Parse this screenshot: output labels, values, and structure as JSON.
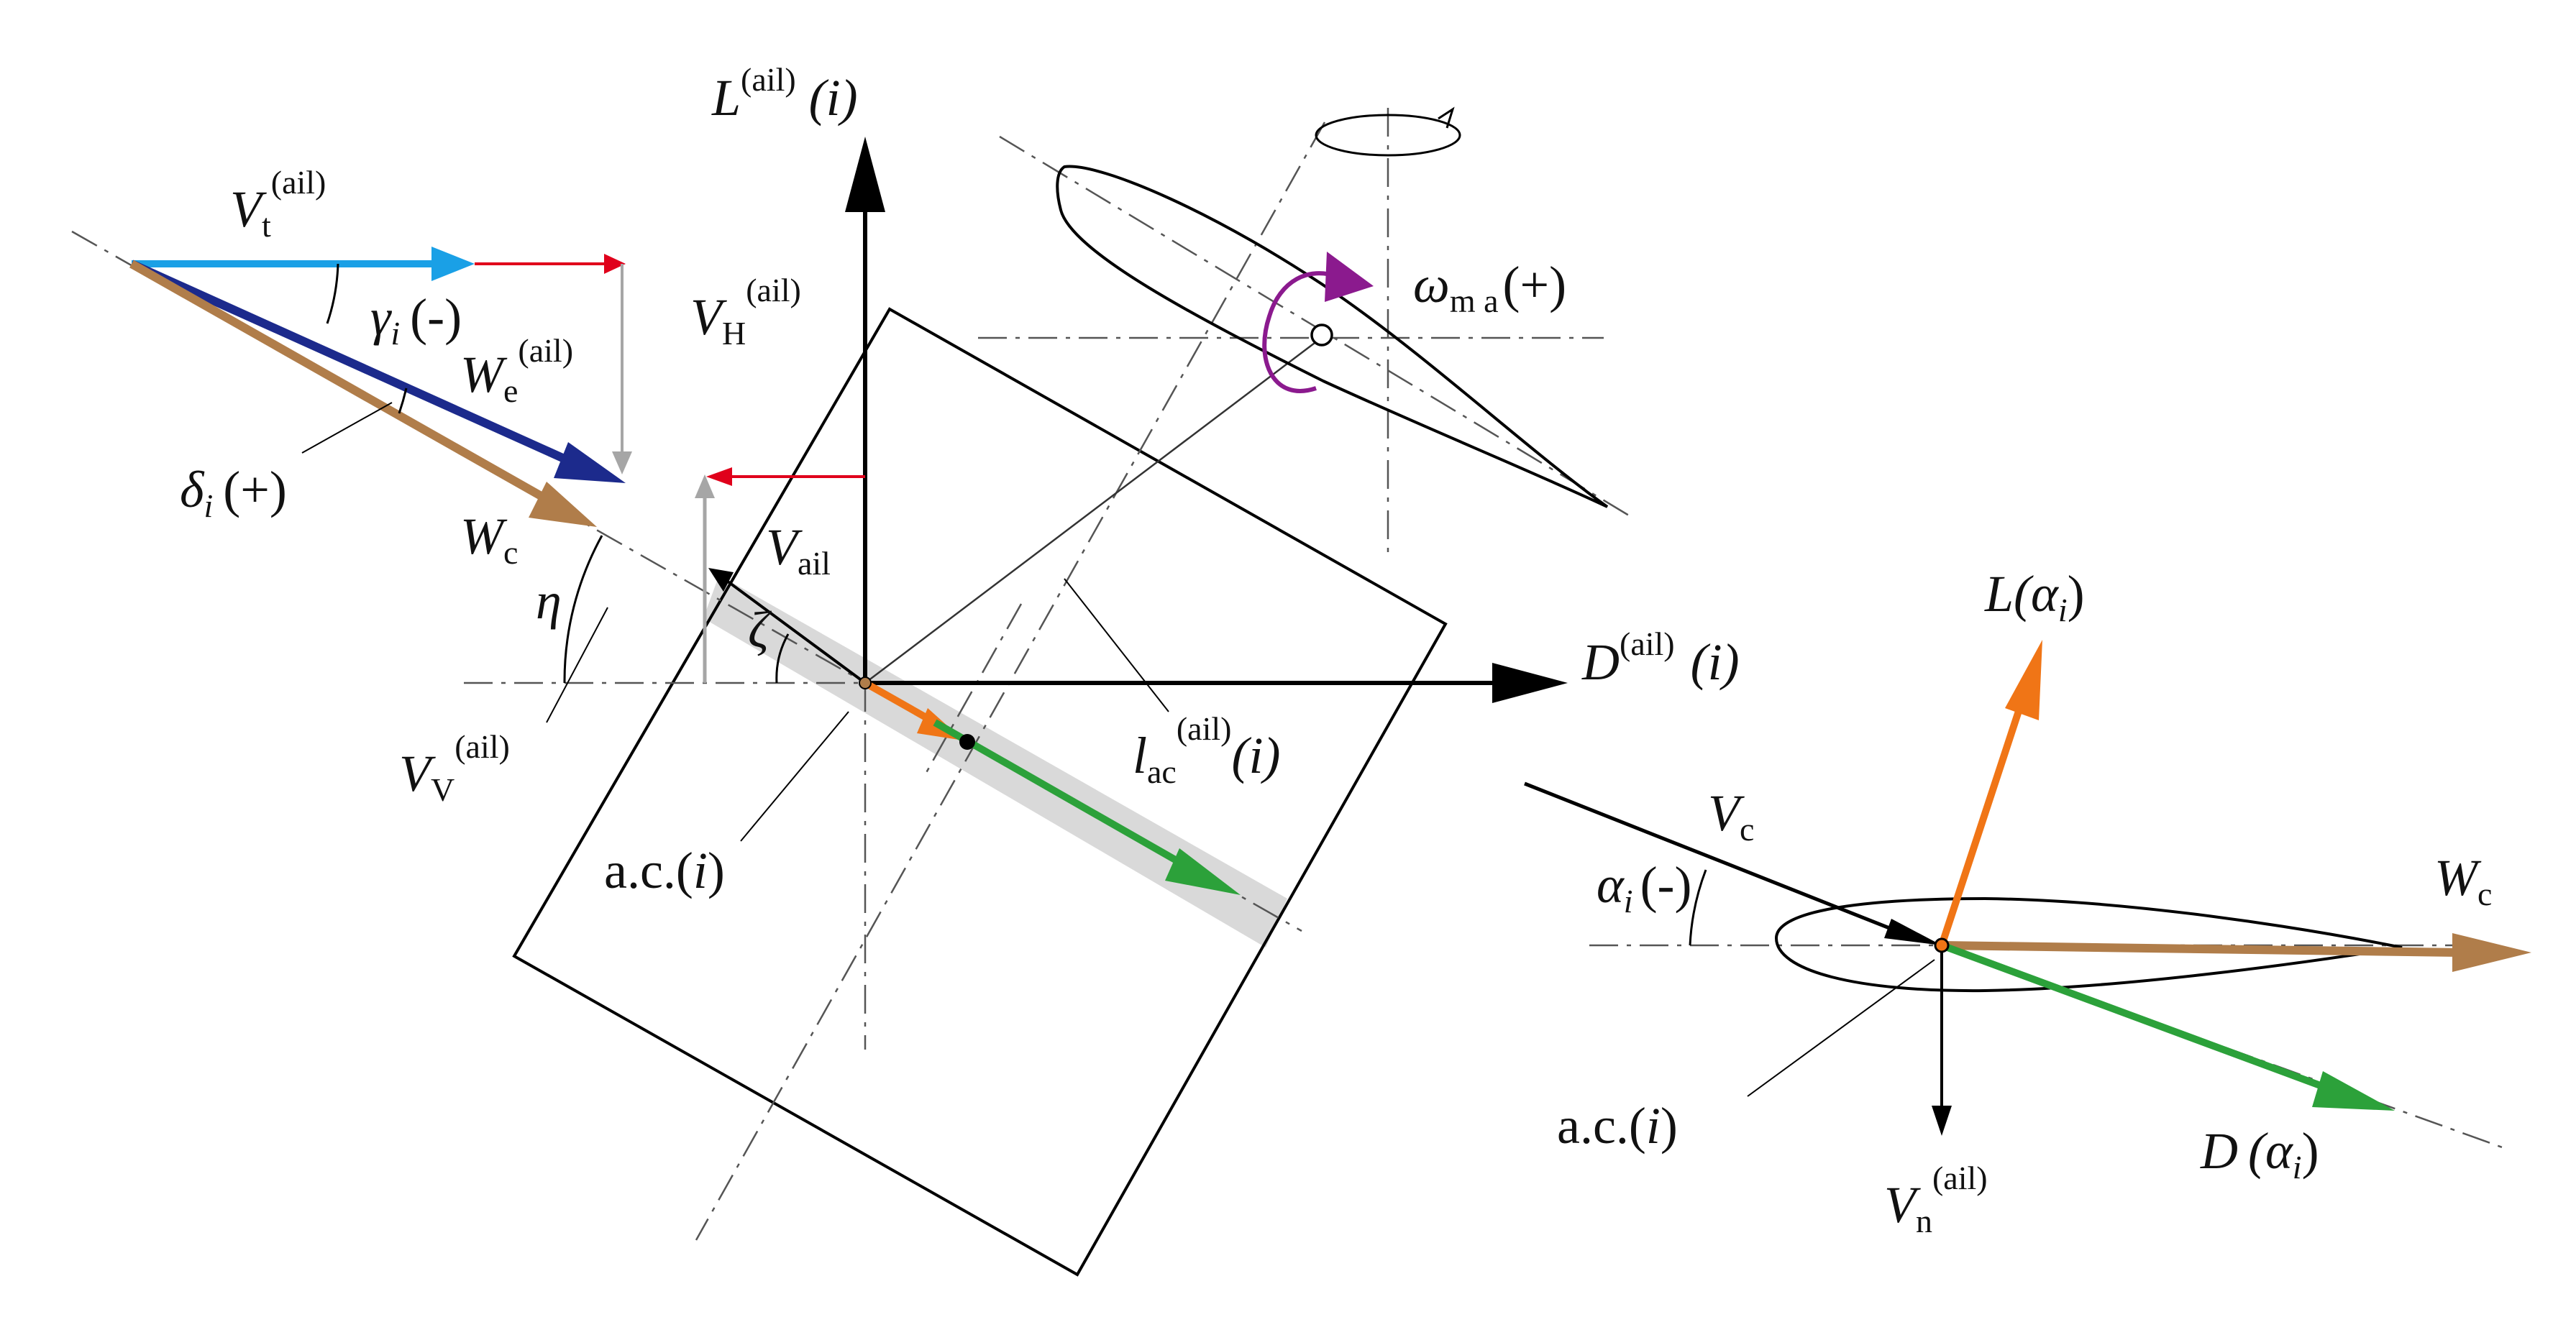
{
  "colors": {
    "black": "#000000",
    "light_blue": "#1aa0e6",
    "red": "#e0001b",
    "navy": "#1c2a8c",
    "tan": "#b07d4a",
    "grey": "#a6a6a6",
    "orange": "#f07516",
    "green": "#2ca13a",
    "purple": "#8b1a8e",
    "band": "#d9d9d9"
  },
  "labels": {
    "L_ail": {
      "base": "L",
      "sup": "(ail)",
      "arg": "(i)"
    },
    "V_t_ail": {
      "base": "V",
      "sub": "t",
      "sup": "(ail)"
    },
    "gamma_i": {
      "base": "γ",
      "sub": "i",
      "sign": "(-)"
    },
    "W_e_ail": {
      "base": "W",
      "sub": "e",
      "sup": "(ail)"
    },
    "delta_i": {
      "base": "δ",
      "sub": "i",
      "sign": "(+)"
    },
    "W_c_left": {
      "base": "W",
      "sub": "c"
    },
    "eta": {
      "base": "η"
    },
    "zeta": {
      "base": "ζ"
    },
    "V_H_ail": {
      "base": "V",
      "sub": "H",
      "sup": "(ail)"
    },
    "V_ail": {
      "base": "V",
      "sub": "ail"
    },
    "V_V_ail": {
      "base": "V",
      "sub": "V",
      "sup": "(ail)"
    },
    "ac_left": {
      "text": "a.c.(",
      "arg": "i",
      "close": ")"
    },
    "l_ac_ail": {
      "base": "l",
      "sub": "ac",
      "sup": "(ail)",
      "arg": "(i)"
    },
    "D_ail": {
      "base": "D",
      "sup": "(ail)",
      "arg": "(i)"
    },
    "omega_ma": {
      "base": "ω",
      "sub": "m a",
      "sign": "(+)"
    },
    "L_alpha": {
      "base": "L",
      "arg": "(α",
      "argsub": "i",
      "close": ")"
    },
    "V_c": {
      "base": "V",
      "sub": "c"
    },
    "alpha_i": {
      "base": "α",
      "sub": "i",
      "sign": "(-)"
    },
    "W_c_right": {
      "base": "W",
      "sub": "c"
    },
    "ac_right": {
      "text": "a.c.(",
      "arg": "i",
      "close": ")"
    },
    "V_n_ail": {
      "base": "V",
      "sub": "n",
      "sup": "(ail)"
    },
    "D_alpha": {
      "base": "D",
      "arg": "(α",
      "argsub": "i",
      "close": ")"
    }
  }
}
